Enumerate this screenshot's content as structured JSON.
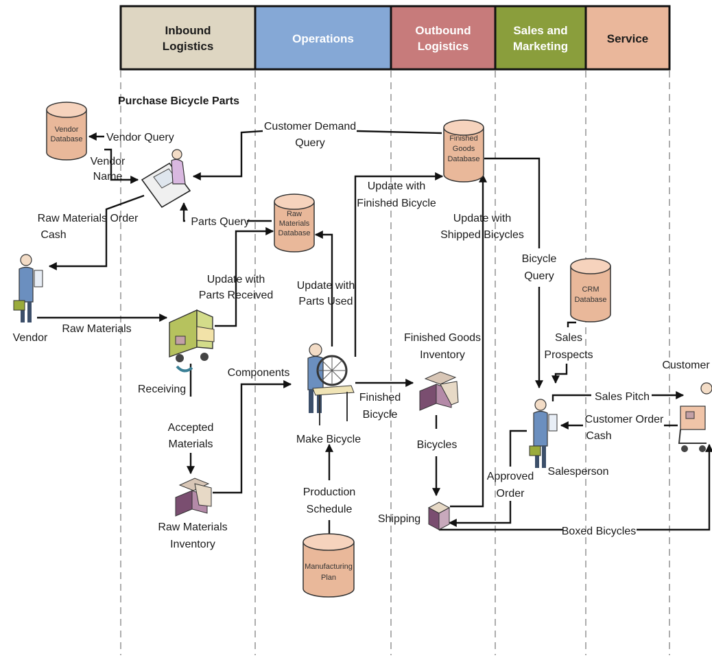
{
  "lanes": [
    {
      "label_l1": "Inbound",
      "label_l2": "Logistics",
      "color": "#ded6c2"
    },
    {
      "label_l1": "Operations",
      "label_l2": "",
      "color": "#85a8d6"
    },
    {
      "label_l1": "Outbound",
      "label_l2": "Logistics",
      "color": "#c77b7b"
    },
    {
      "label_l1": "Sales and",
      "label_l2": "Marketing",
      "color": "#8a9e3c"
    },
    {
      "label_l1": "Service",
      "label_l2": "",
      "color": "#eab79b"
    }
  ],
  "title": "Purchase Bicycle Parts",
  "databases": {
    "vendor": {
      "l1": "Vendor",
      "l2": "Database"
    },
    "raw": {
      "l1": "Raw",
      "l2": "Materials",
      "l3": "Database"
    },
    "finished": {
      "l1": "Finished",
      "l2": "Goods",
      "l3": "Database"
    },
    "crm": {
      "l1": "CRM",
      "l2": "Database"
    },
    "mfg": {
      "l1": "Manufacturing",
      "l2": "Plan"
    }
  },
  "actors": {
    "vendor": "Vendor",
    "customer": "Customer",
    "salesperson": "Salesperson",
    "receiving": "Receiving",
    "make_bicycle": "Make Bicycle",
    "shipping": "Shipping"
  },
  "labels": {
    "vendor_query": "Vendor Query",
    "vendor_name_1": "Vendor",
    "vendor_name_2": "Name",
    "customer_demand_1": "Customer Demand",
    "customer_demand_2": "Query",
    "raw_order_1": "Raw Materials Order",
    "raw_order_2": "Cash",
    "parts_query": "Parts Query",
    "update_finished_1": "Update with",
    "update_finished_2": "Finished Bicycle",
    "update_shipped_1": "Update with",
    "update_shipped_2": "Shipped Bicycles",
    "update_received_1": "Update with",
    "update_received_2": "Parts Received",
    "update_used_1": "Update with",
    "update_used_2": "Parts Used",
    "raw_materials": "Raw Materials",
    "bicycle_query_1": "Bicycle",
    "bicycle_query_2": "Query",
    "sales_prospects_1": "Sales",
    "sales_prospects_2": "Prospects",
    "fg_inventory_1": "Finished Goods",
    "fg_inventory_2": "Inventory",
    "components": "Components",
    "finished_bicycle_1": "Finished",
    "finished_bicycle_2": "Bicycle",
    "sales_pitch": "Sales Pitch",
    "customer_order_1": "Customer Order",
    "customer_order_2": "Cash",
    "accepted_1": "Accepted",
    "accepted_2": "Materials",
    "bicycles": "Bicycles",
    "approved_1": "Approved",
    "approved_2": "Order",
    "production_1": "Production",
    "production_2": "Schedule",
    "raw_inventory_1": "Raw Materials",
    "raw_inventory_2": "Inventory",
    "boxed_bicycles": "Boxed Bicycles"
  }
}
